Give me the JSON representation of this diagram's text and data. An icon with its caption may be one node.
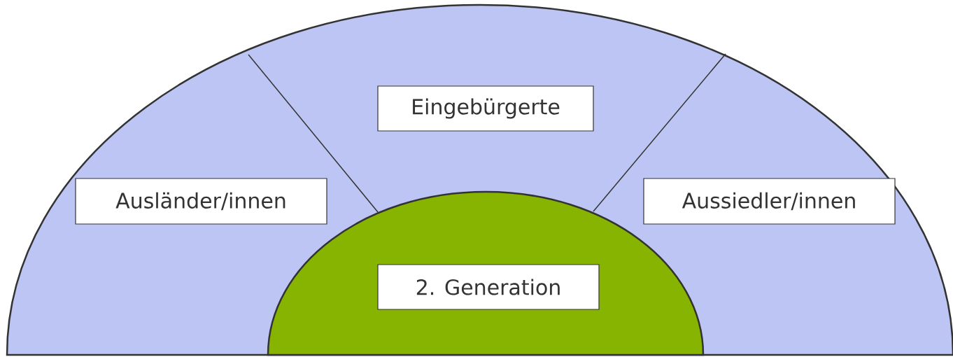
{
  "diagram": {
    "nodes": [
      {
        "text": [
          "Eingebürgerte"
        ]
      },
      {
        "text": [
          "Ausländer/innen"
        ]
      },
      {
        "text": [
          "Aussiedler/innen"
        ]
      },
      {
        "text": [
          "2. Generation"
        ]
      }
    ]
  }
}
